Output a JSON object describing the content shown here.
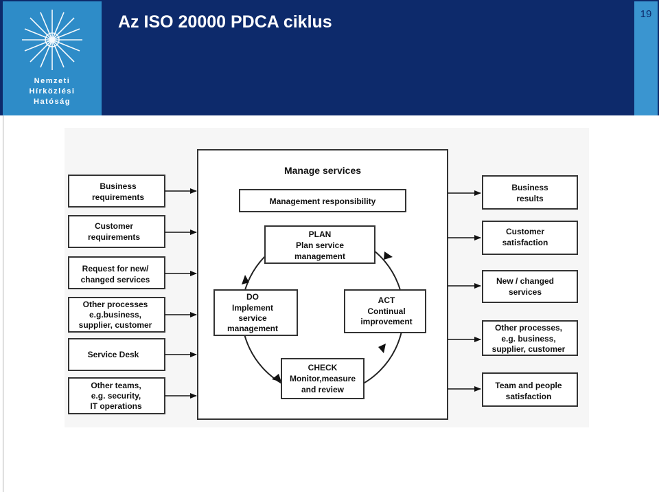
{
  "header": {
    "title": "Az ISO 20000 PDCA ciklus",
    "page_number": "19",
    "logo_lines": [
      "Nemzeti",
      "Hírközlési",
      "Hatóság"
    ],
    "colors": {
      "band": "#0d2a6b",
      "logo_panel": "#2e8cc8",
      "page_panel": "#3a95d0"
    }
  },
  "diagram": {
    "center_title": "Manage services",
    "mgmt_responsibility": "Management responsibility",
    "inputs": [
      [
        "Business",
        "requirements"
      ],
      [
        "Customer",
        "requirements"
      ],
      [
        "Request for new/",
        "changed services"
      ],
      [
        "Other processes",
        "e.g.business,",
        "supplier, customer"
      ],
      [
        "Service Desk"
      ],
      [
        "Other teams,",
        "e.g. security,",
        "IT operations"
      ]
    ],
    "outputs": [
      [
        "Business",
        "results"
      ],
      [
        "Customer",
        "satisfaction"
      ],
      [
        "New / changed",
        "services"
      ],
      [
        "Other processes,",
        "e.g. business,",
        "supplier, customer"
      ],
      [
        "Team and people",
        "satisfaction"
      ]
    ],
    "plan": [
      "PLAN",
      "Plan service",
      "management"
    ],
    "do": [
      "DO",
      "Implement",
      "service",
      "management"
    ],
    "check": [
      "CHECK",
      "Monitor,measure",
      "and review"
    ],
    "act": [
      "ACT",
      "Continual",
      "improvement"
    ]
  }
}
